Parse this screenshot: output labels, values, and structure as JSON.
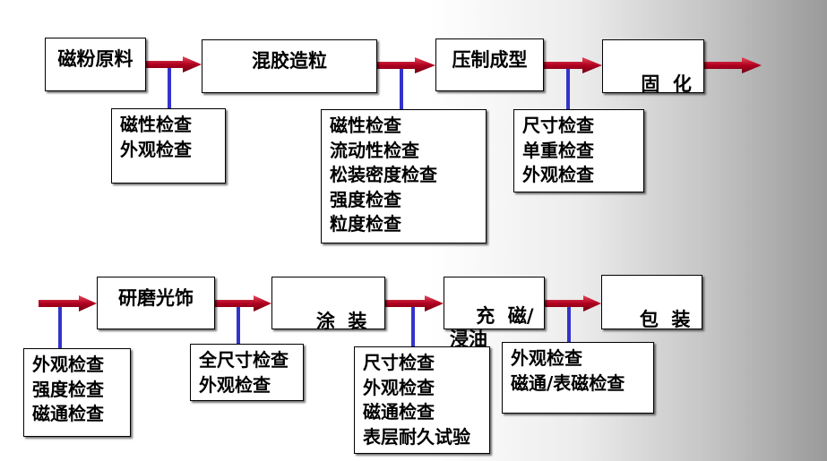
{
  "rows": [
    {
      "steps": [
        {
          "label": "磁粉原料",
          "checks": [
            "磁性检查",
            "外观检查"
          ]
        },
        {
          "label": "混胶造粒",
          "checks": [
            "磁性检查",
            "流动性检查",
            "松装密度检查",
            "强度检查",
            "粒度检查"
          ]
        },
        {
          "label": "压制成型",
          "checks": [
            "尺寸检查",
            "单重检查",
            "外观检查"
          ]
        },
        {
          "label": "固  化",
          "checks": []
        }
      ]
    },
    {
      "steps": [
        {
          "label": "研磨光饰",
          "checks": [
            "外观检查",
            "强度检查",
            "磁通检查"
          ]
        },
        {
          "label": "涂  装",
          "checks": [
            "全尺寸检查",
            "外观检查"
          ]
        },
        {
          "label": "充  磁/浸油",
          "checks": [
            "尺寸检查",
            "外观检查",
            "磁通检查",
            "表层耐久试验"
          ]
        },
        {
          "label": "包  装",
          "checks": [
            "外观检查",
            "磁通/表磁检查"
          ]
        }
      ]
    }
  ],
  "colors": {
    "flow_arrow": "#b00020",
    "check_connector": "#3333cc"
  }
}
